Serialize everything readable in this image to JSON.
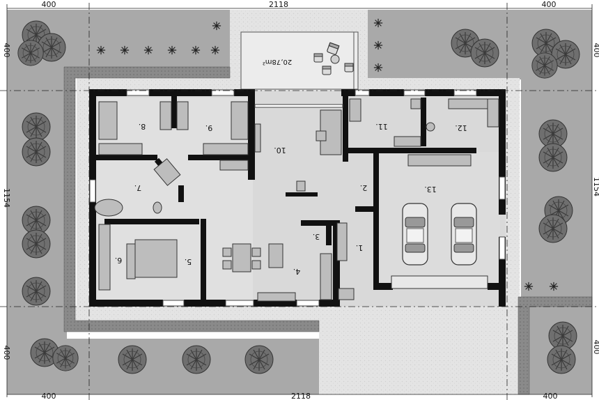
{
  "dimensions": {
    "top": [
      "400",
      "2118",
      "400"
    ],
    "bottom": [
      "400",
      "2118",
      "400"
    ],
    "left": [
      "400",
      "1154",
      "400"
    ],
    "right": [
      "400",
      "1154",
      "400"
    ]
  },
  "terrace_area": "20,78m²",
  "rooms": [
    "1.",
    "2.",
    "3.",
    "4.",
    "5.",
    "6.",
    "7.",
    "8.",
    "9.",
    "10.",
    "11.",
    "12.",
    "13."
  ],
  "colors": {
    "lawn": "#a9a9a9",
    "paving": "#e3e3e3",
    "hedge": "#7f7f7f",
    "floor": "#d9d9d9",
    "wall": "#111111",
    "furniture": "#bdbdbd"
  },
  "icons": [
    "tree-icon",
    "shrub-icon",
    "car-icon",
    "chair-icon",
    "bathtub-icon",
    "toilet-icon",
    "stove-icon"
  ]
}
